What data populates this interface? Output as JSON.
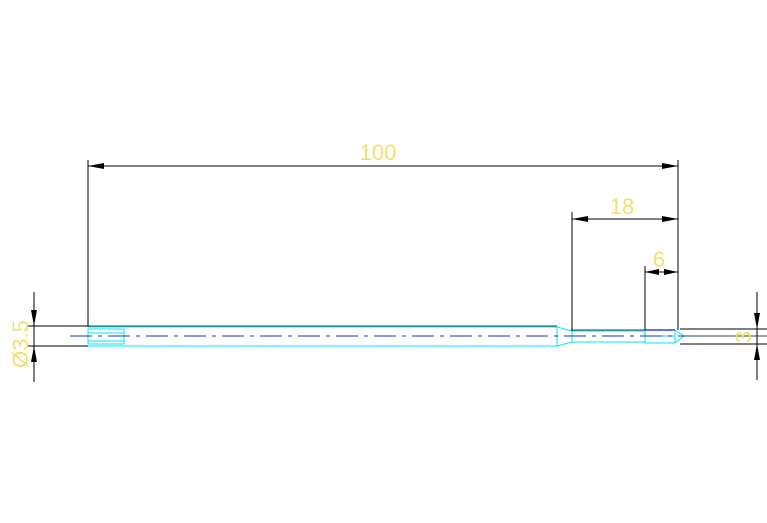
{
  "drawing": {
    "dimensions": {
      "overall_length": "100",
      "reduced_length": "18",
      "end_length": "6",
      "main_diameter": "Ø3.5",
      "end_diameter": "3"
    },
    "colors": {
      "background": "#ffffff",
      "dimension_text": "#f0e070",
      "dimension_lines": "#000000",
      "part_outline": "#00e5ff",
      "center_line": "#1a3aa0"
    }
  }
}
